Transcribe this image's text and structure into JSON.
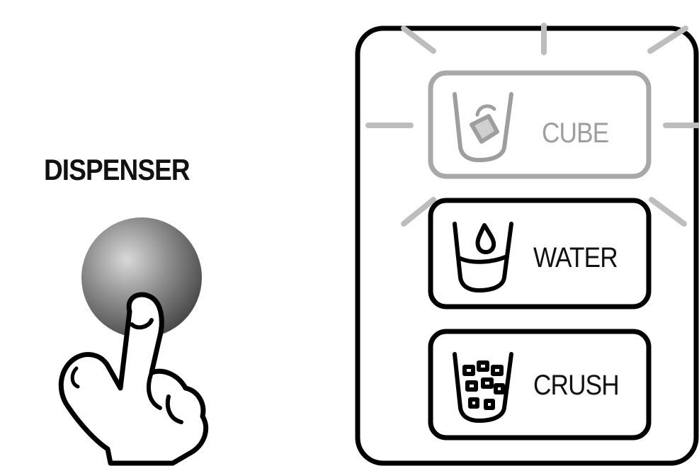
{
  "dispenser": {
    "label": "DISPENSER"
  },
  "panel": {
    "options": [
      {
        "label": "CUBE",
        "state": "selected",
        "icon": "glass-with-ice-cube-icon"
      },
      {
        "label": "WATER",
        "state": "normal",
        "icon": "glass-with-water-drop-icon"
      },
      {
        "label": "CRUSH",
        "state": "normal",
        "icon": "glass-with-crushed-ice-icon"
      }
    ],
    "colors": {
      "selected": "#9e9e9e",
      "normal": "#111111"
    }
  }
}
